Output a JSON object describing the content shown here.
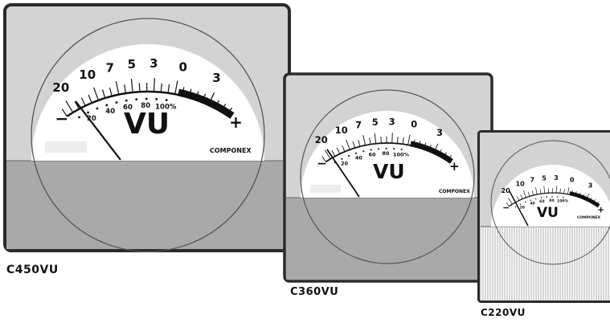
{
  "colors": {
    "frame": "#2a2a2a",
    "upper_panel": "#d3d3d3",
    "lower_panel": "#a9a9a9",
    "dial_face": "#ffffff",
    "ink": "#111111"
  },
  "scale": {
    "db_labels": [
      "20",
      "10",
      "7",
      "5",
      "3",
      "0",
      "3"
    ],
    "percent_labels": [
      "20",
      "40",
      "60",
      "80",
      "100%"
    ],
    "minus_sign": "−",
    "plus_sign": "+",
    "unit": "VU",
    "brand": "COMPONEX"
  },
  "meters": [
    {
      "model": "C450VU"
    },
    {
      "model": "C360VU"
    },
    {
      "model": "C220VU"
    }
  ]
}
